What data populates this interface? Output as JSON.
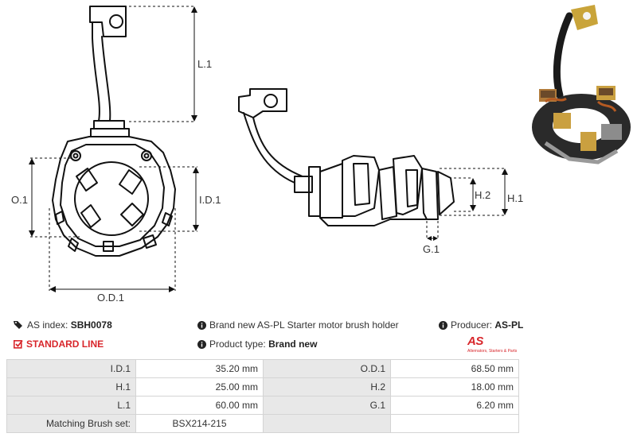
{
  "dimension_labels": {
    "l1": "L.1",
    "o1": "O.1",
    "id1": "I.D.1",
    "od1": "O.D.1",
    "h1": "H.1",
    "h2": "H.2",
    "g1": "G.1"
  },
  "info": {
    "as_index_label": "AS index:",
    "as_index_value": "SBH0078",
    "standard_line": "STANDARD LINE",
    "description": "Brand new AS-PL Starter motor brush holder",
    "product_type_label": "Product type:",
    "product_type_value": "Brand new",
    "producer_label": "Producer:",
    "producer_value": "AS-PL"
  },
  "logo": {
    "mark": "AS",
    "tagline": "Alternators, Starters & Parts"
  },
  "specs": [
    {
      "label": "I.D.1",
      "value": "35.20 mm",
      "label2": "O.D.1",
      "value2": "68.50 mm"
    },
    {
      "label": "H.1",
      "value": "25.00 mm",
      "label2": "H.2",
      "value2": "18.00 mm"
    },
    {
      "label": "L.1",
      "value": "60.00 mm",
      "label2": "G.1",
      "value2": "6.20 mm"
    },
    {
      "label": "Matching Brush set:",
      "value": "BSX214-215",
      "label2": "",
      "value2": ""
    }
  ],
  "colors": {
    "brand_red": "#d8262b",
    "dimension_line": "#111111",
    "table_label_bg": "#e8e8e8"
  },
  "icons": [
    "tags-icon",
    "info-icon",
    "checkbox-icon"
  ]
}
